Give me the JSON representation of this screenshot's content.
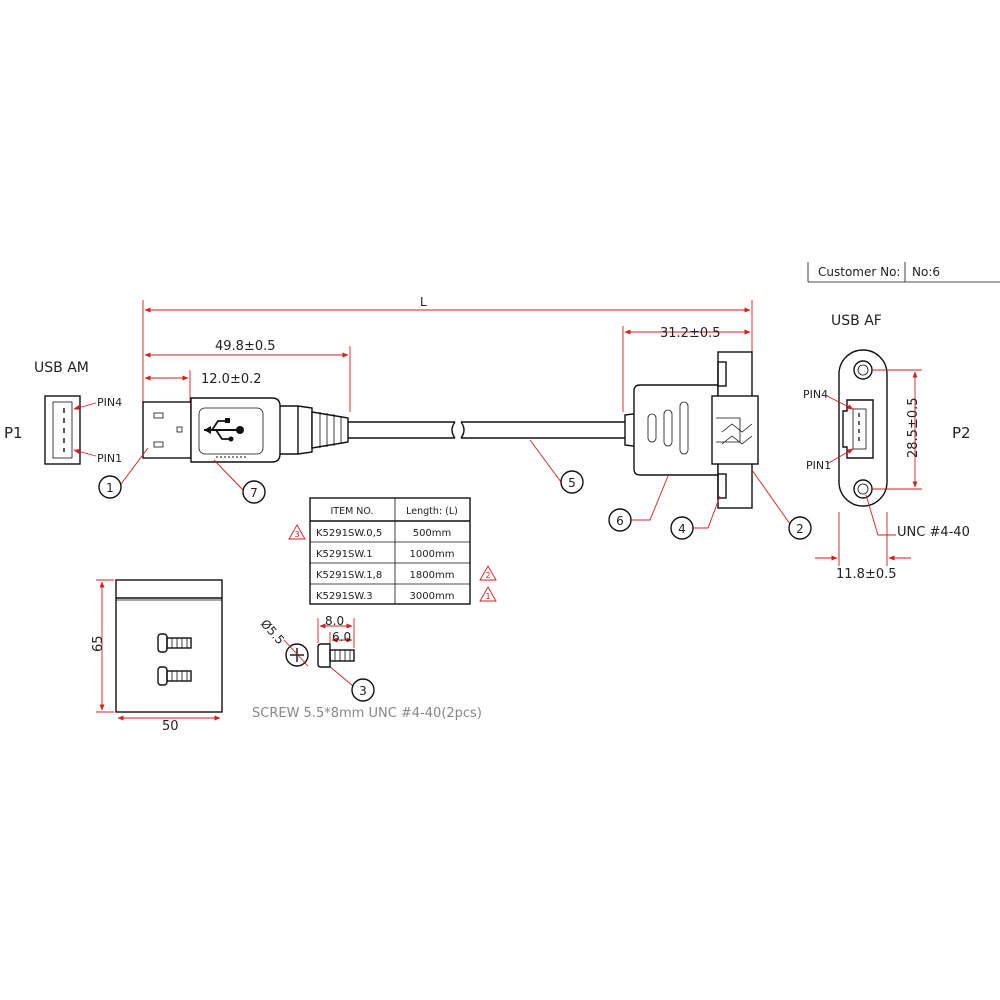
{
  "header": {
    "customer_label": "Customer No:",
    "number_label": "No:6"
  },
  "connectors": {
    "p1_label": "P1",
    "p1_type": "USB AM",
    "p2_label": "P2",
    "p2_type": "USB AF",
    "pin4": "PIN4",
    "pin1": "PIN1"
  },
  "dimensions": {
    "length": "L",
    "plug_length": "49.8±0.5",
    "tip_length": "12.0±0.2",
    "panel_length": "31.2±0.5",
    "hole_spacing": "28.5±0.5",
    "flange_width": "11.8±0.5",
    "thread": "UNC #4-40",
    "box_height": "65",
    "box_width": "50",
    "screw_diameter": "Ø5.5",
    "screw_length": "8.0",
    "screw_shank": "6.0"
  },
  "balloons": [
    "1",
    "2",
    "3",
    "4",
    "5",
    "6",
    "7"
  ],
  "table": {
    "headers": [
      "ITEM NO.",
      "Length: (L)"
    ],
    "rows": [
      {
        "item": "K5291SW.0,5",
        "length": "500mm",
        "rev": "3"
      },
      {
        "item": "K5291SW.1",
        "length": "1000mm",
        "rev": ""
      },
      {
        "item": "K5291SW.1,8",
        "length": "1800mm",
        "rev": "2"
      },
      {
        "item": "K5291SW.3",
        "length": "3000mm",
        "rev": "1"
      }
    ]
  },
  "notes": {
    "screw": "SCREW 5.5*8mm UNC #4-40(2pcs)"
  },
  "colors": {
    "dimension": "#d21f1f",
    "outline": "#111111"
  }
}
